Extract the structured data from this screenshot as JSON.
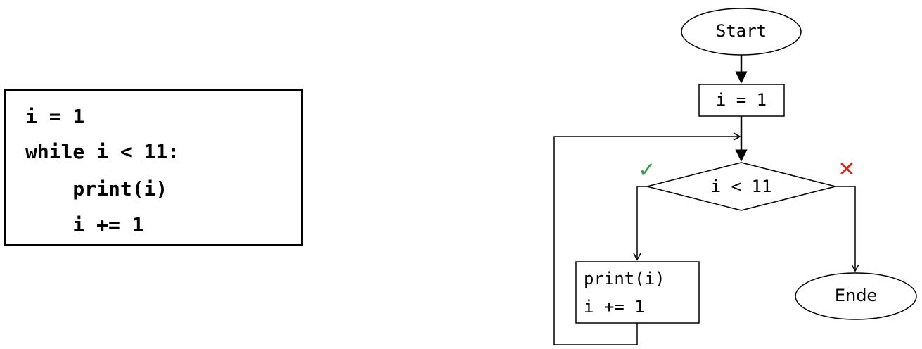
{
  "code": {
    "lines": [
      "i = 1",
      "while i < 11:",
      "    print(i)",
      "    i += 1"
    ]
  },
  "flowchart": {
    "start_label": "Start",
    "init_label": "i = 1",
    "condition_label": "i < 11",
    "body_lines": [
      "print(i)",
      "i += 1"
    ],
    "end_label": "Ende",
    "true_marker": "✓",
    "false_marker": "✕",
    "colors": {
      "true": "#2aa84a",
      "false": "#e01e1e",
      "stroke": "#000000"
    }
  }
}
